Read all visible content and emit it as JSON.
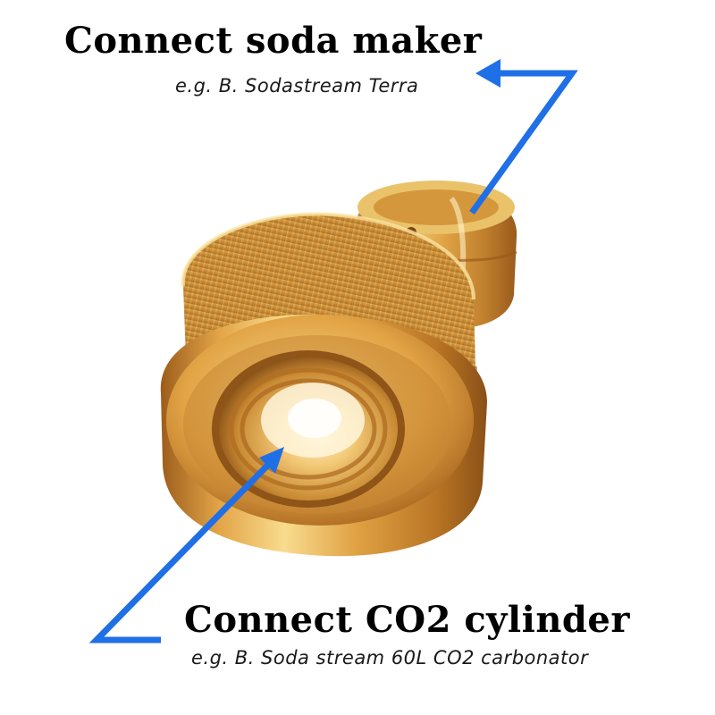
{
  "labels": {
    "top_title": "Connect soda maker",
    "top_subtitle": "e.g. B. Sodastream Terra",
    "bottom_title": "Connect CO2 cylinder",
    "bottom_subtitle": "e.g. B. Soda stream 60L CO2 carbonator"
  },
  "colors": {
    "background": "#ffffff",
    "arrow": "#1f6fe6",
    "brass_light": "#f6d27a",
    "brass_mid": "#d99a34",
    "brass_dark": "#8e5418",
    "text": "#000000"
  },
  "icons": {
    "top_arrow": "arrow-to-top-label-icon",
    "bottom_arrow": "arrow-to-bottom-label-icon"
  }
}
